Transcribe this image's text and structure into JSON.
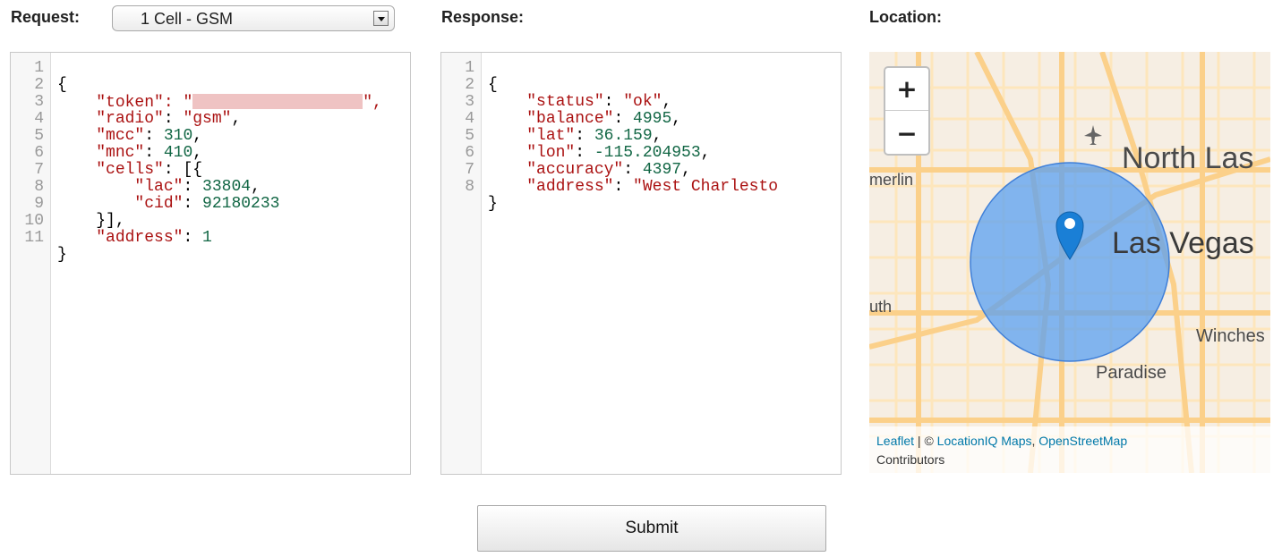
{
  "request": {
    "label": "Request:",
    "selected_option": "1 Cell - GSM",
    "line_numbers": [
      "1",
      "2",
      "3",
      "4",
      "5",
      "6",
      "7",
      "8",
      "9",
      "10",
      "11"
    ],
    "code": {
      "open_brace": "{",
      "token_key": "\"token\"",
      "token_open_quote": ": \"",
      "token_close": "\",",
      "radio_key": "\"radio\"",
      "radio_value": "\"gsm\"",
      "mcc_key": "\"mcc\"",
      "mcc_value": "310",
      "mnc_key": "\"mnc\"",
      "mnc_value": "410",
      "cells_key": "\"cells\"",
      "cells_open": ": [{",
      "lac_key": "\"lac\"",
      "lac_value": "33804",
      "cid_key": "\"cid\"",
      "cid_value": "92180233",
      "cells_close": "}],",
      "address_key": "\"address\"",
      "address_value": "1",
      "close_brace": "}"
    }
  },
  "response": {
    "label": "Response:",
    "line_numbers": [
      "1",
      "2",
      "3",
      "4",
      "5",
      "6",
      "7",
      "8"
    ],
    "code": {
      "open_brace": "{",
      "status_key": "\"status\"",
      "status_value": "\"ok\"",
      "balance_key": "\"balance\"",
      "balance_value": "4995",
      "lat_key": "\"lat\"",
      "lat_value": "36.159",
      "lon_key": "\"lon\"",
      "lon_value": "-115.204953",
      "accuracy_key": "\"accuracy\"",
      "accuracy_value": "4397",
      "address_key": "\"address\"",
      "address_value": "\"West Charlesto",
      "close_brace": "}"
    }
  },
  "location": {
    "label": "Location:",
    "zoom_in": "+",
    "zoom_out": "−",
    "places": {
      "north_las": "North Las",
      "las_vegas": "Las Vegas",
      "merlin": "merlin",
      "uth": "uth",
      "winches": "Winches",
      "paradise": "Paradise"
    },
    "attribution": {
      "leaflet": "Leaflet",
      "separator": " | © ",
      "locationiq": "LocationIQ Maps",
      "comma": ", ",
      "osm": "OpenStreetMap",
      "contributors": "Contributors"
    },
    "colors": {
      "accuracy_circle": "#5aa0f2",
      "marker": "#1a7fd6",
      "major_road": "#fbd08a",
      "minor_road": "#fde6bc"
    }
  },
  "submit": {
    "label": "Submit"
  }
}
